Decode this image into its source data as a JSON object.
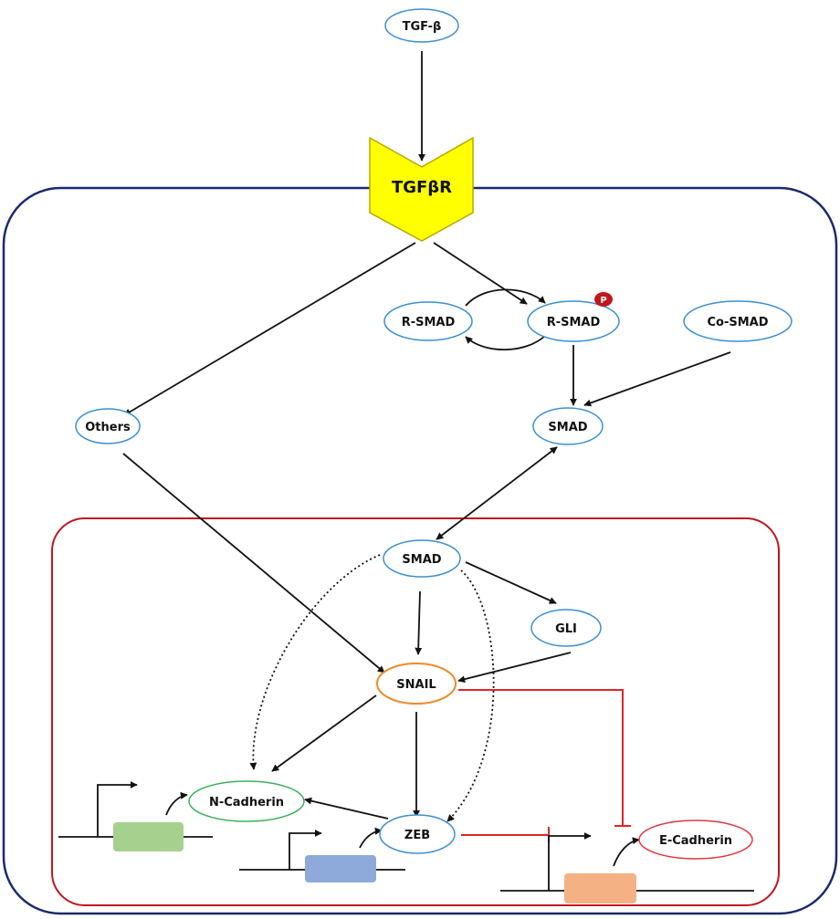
{
  "nodes": {
    "tgf_beta": "TGF-β",
    "receptor": "TGFβR",
    "r_smad": "R-SMAD",
    "r_smad_p": "R-SMAD",
    "phospho": "P",
    "co_smad": "Co-SMAD",
    "others": "Others",
    "smad_cyto": "SMAD",
    "smad_nuc": "SMAD",
    "gli": "GLI",
    "snail": "SNAIL",
    "n_cadherin": "N-Cadherin",
    "zeb": "ZEB",
    "e_cadherin": "E-Cadherin"
  },
  "colors": {
    "cell_border": "#1a2a6c",
    "nucleus_border": "#c0161c",
    "node_border": "#3b8fd4",
    "snail_border": "#f08a2a",
    "n_cadherin_border": "#3cb05a",
    "e_cadherin_border": "#e0383e",
    "receptor_fill": "#ffff00",
    "receptor_stroke": "#b8a800",
    "phospho_fill": "#c0161c",
    "inhibition": "#e0242a",
    "gene_n_cadherin": "#a6d08e",
    "gene_zeb": "#8eaadb",
    "gene_e_cadherin": "#f4b183"
  }
}
